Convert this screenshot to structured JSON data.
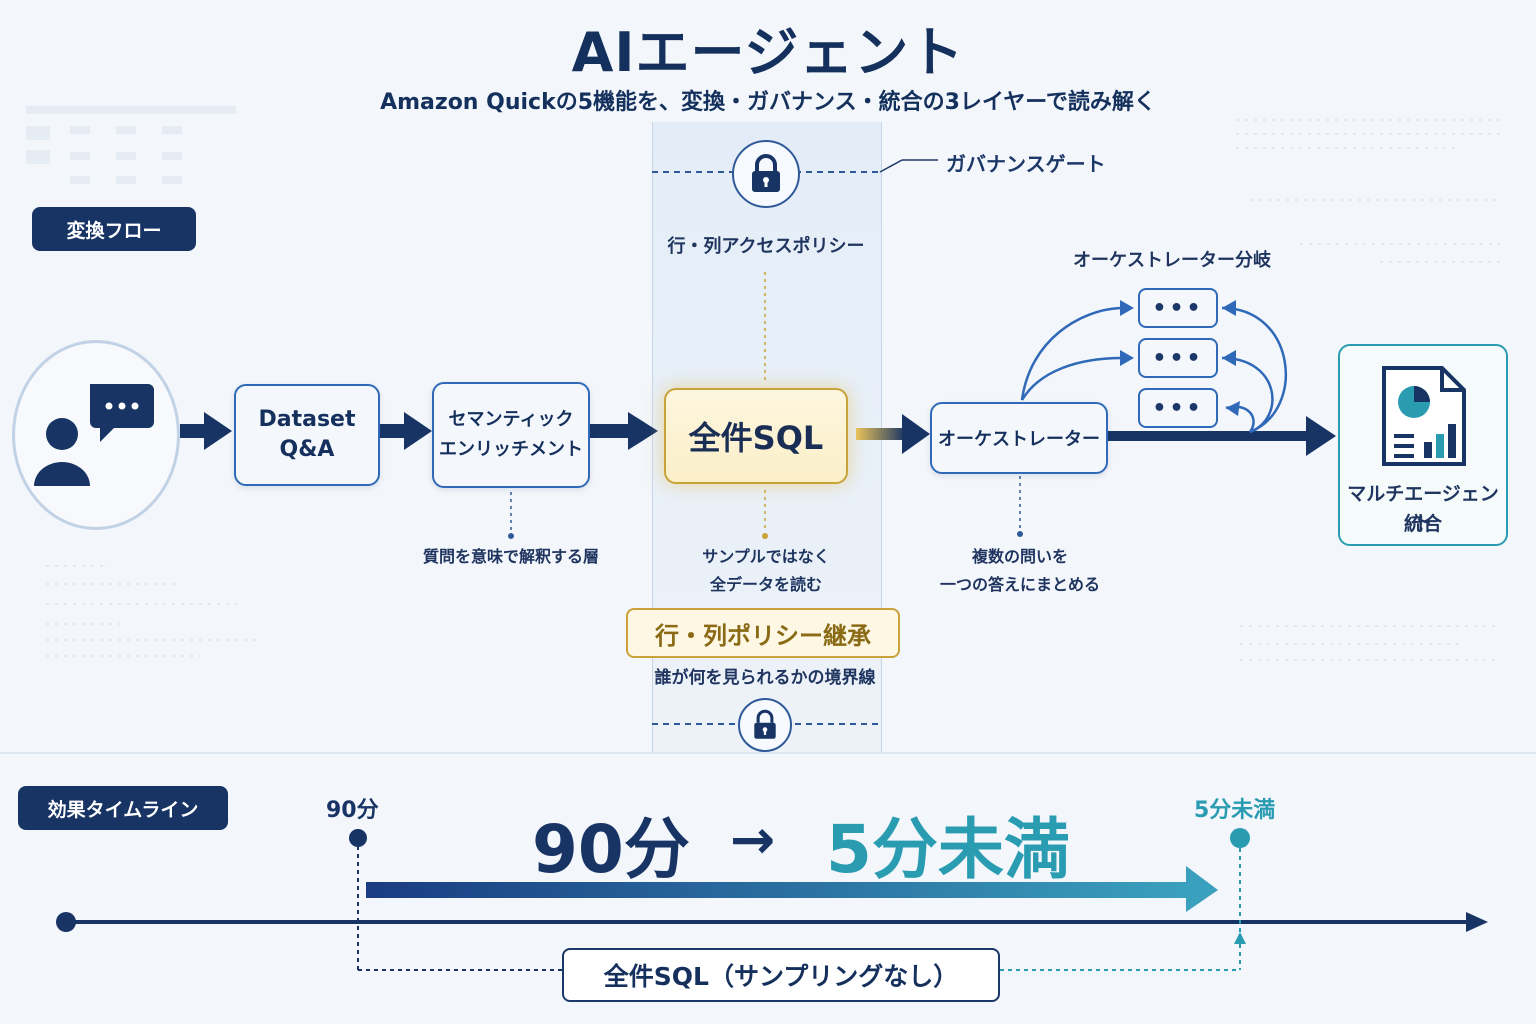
{
  "title": "AIエージェント",
  "subtitle": "Amazon Quickの5機能を、変換・ガバナンス・統合の3レイヤーで読み解く",
  "sections": {
    "transform_flow": "変換フロー",
    "effect_timeline": "効果タイムライン"
  },
  "governance": {
    "gate_label": "ガバナンスゲート",
    "access_policy": "行・列アクセスポリシー",
    "policy_inherit": "行・列ポリシー継承",
    "boundary_caption": "誰が何を見られるかの境界線"
  },
  "nodes": {
    "dataset_qa": [
      "Dataset",
      "Q&A"
    ],
    "semantic": [
      "セマンティック",
      "エンリッチメント"
    ],
    "full_sql": "全件SQL",
    "orchestrator": "オーケストレーター",
    "multi_agent": [
      "マルチエージェント",
      "統合"
    ],
    "orchestrator_branch": "オーケストレーター分岐",
    "branch_dots": "•••"
  },
  "captions": {
    "semantic": "質問を意味で解釈する層",
    "full_sql": [
      "サンプルではなく",
      "全データを読む"
    ],
    "orchestrator": [
      "複数の問いを",
      "一つの答えにまとめる"
    ]
  },
  "timeline": {
    "start_label": "90分",
    "end_label": "5分未満",
    "headline_from": "90分",
    "headline_arrow": "→",
    "headline_to": "5分未満",
    "sql_note": "全件SQL（サンプリングなし）"
  },
  "colors": {
    "navy": "#173465",
    "blue": "#2f69b8",
    "gold": "#c9a23a",
    "teal": "#2a9cb2"
  },
  "icons": [
    "user-chat-icon",
    "lock-icon",
    "report-icon",
    "arrow-right-icon"
  ]
}
